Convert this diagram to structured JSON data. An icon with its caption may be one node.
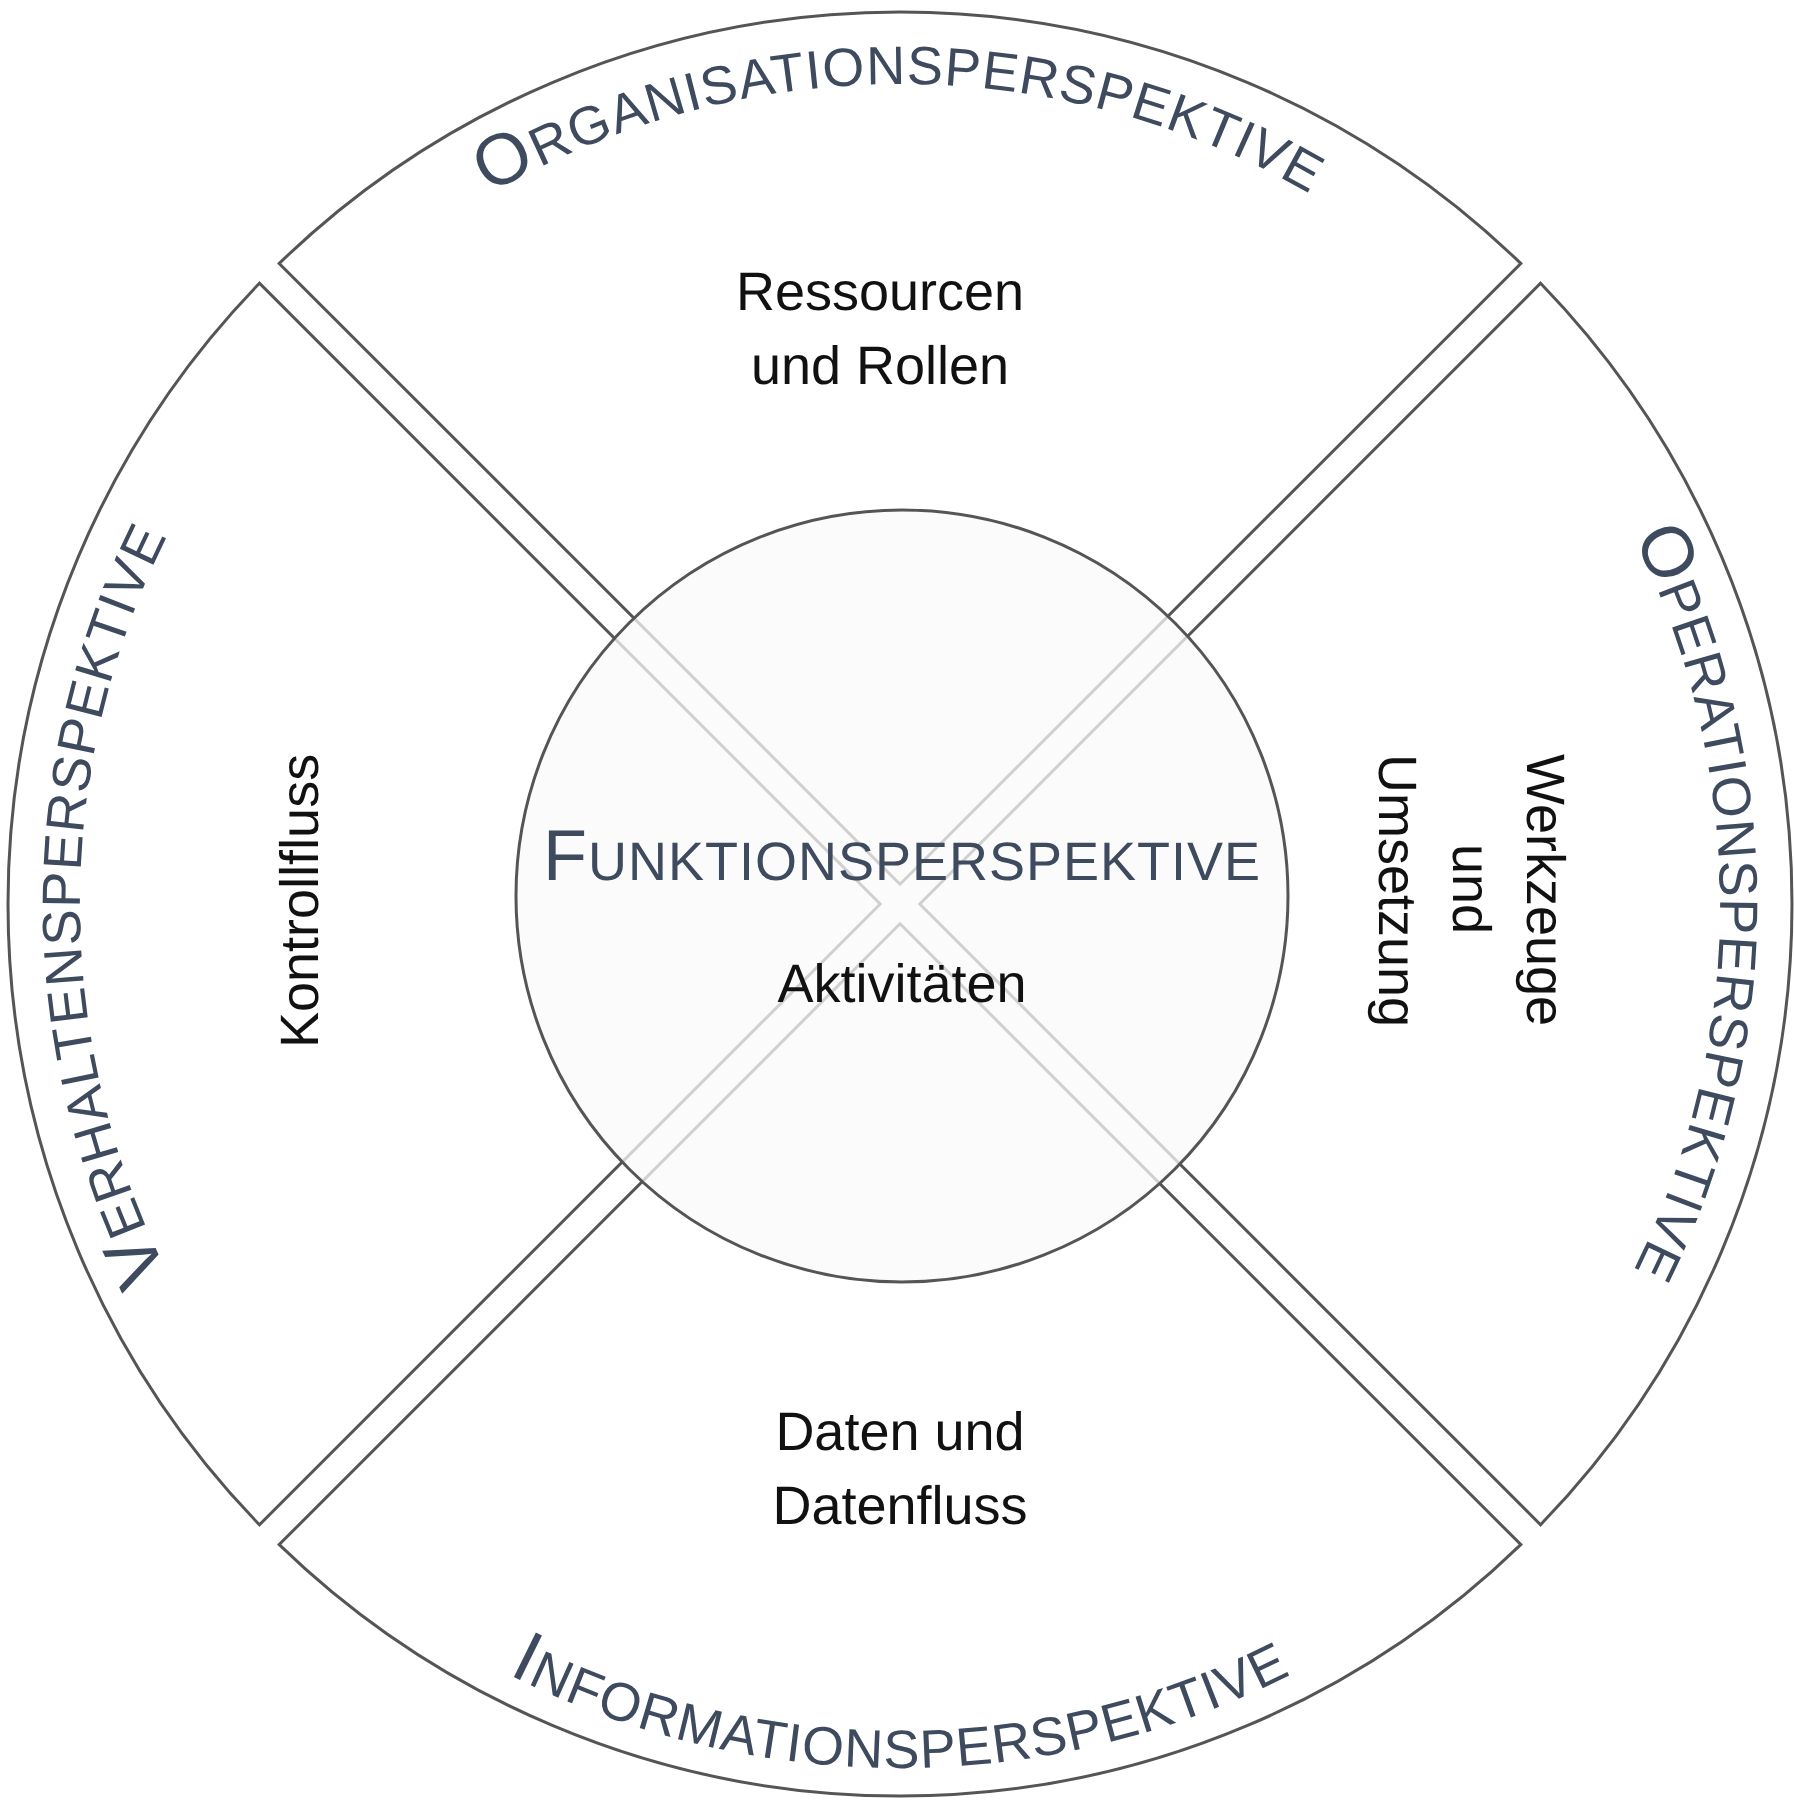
{
  "diagram": {
    "nodes": [
      {
        "text": [
          "ORGANISATIONSPERSPEKTIVE",
          "Ressourcen und Rollen"
        ]
      },
      {
        "text": [
          "OPERATIONSPERSPEKTIVE",
          "Werkzeuge und Umsetzung"
        ]
      },
      {
        "text": [
          "Daten und Datenfluss",
          "INFORMATIONSPERSPEKTIVE"
        ]
      },
      {
        "text": [
          "VERHALTENSPERSPEKTIVE",
          "Kontrollfluss"
        ]
      },
      {
        "text": [
          "FUNKTIONSPERSPEKTIVE",
          "Aktivitäten"
        ]
      }
    ]
  }
}
